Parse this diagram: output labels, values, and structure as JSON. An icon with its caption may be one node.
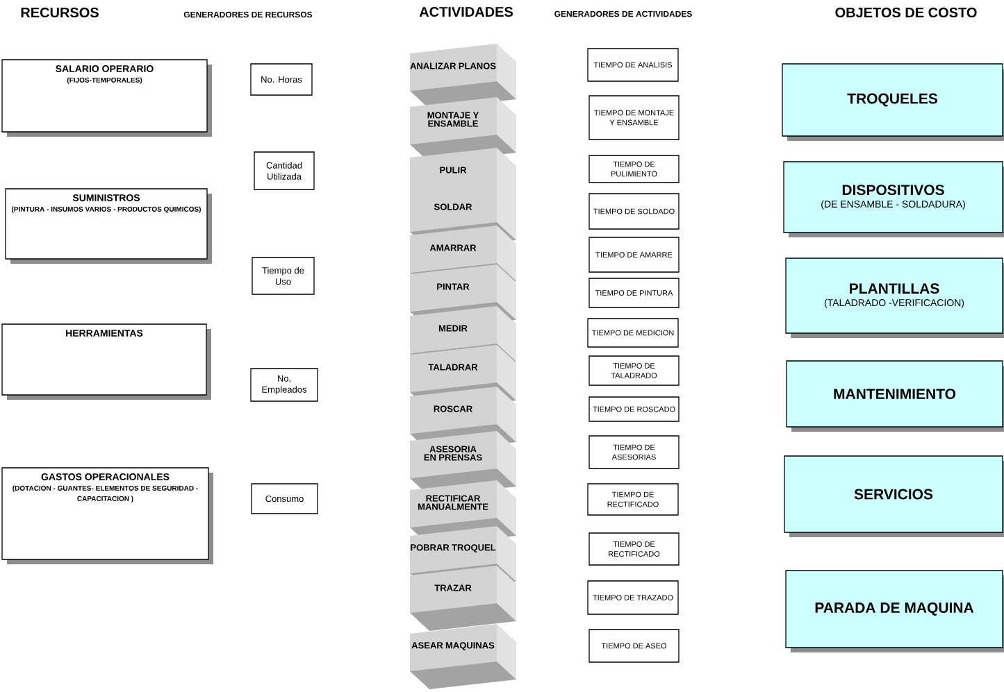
{
  "diagram": {
    "nodes": [
      {
        "text": [
          "SALARIO OPERARIO",
          "(FIJOS-TEMPORALES)"
        ]
      },
      {
        "text": [
          "SUMINISTROS",
          "(PINTURA - INSUMOS VARIOS - PRODUCTOS QUIMICOS)"
        ]
      },
      {
        "text": [
          "HERRAMIENTAS"
        ]
      },
      {
        "text": [
          "GASTOS OPERACIONALES",
          "(DOTACION - GUANTES- ELEMENTOS DE SEGURIDAD - CAPACITACION )"
        ]
      },
      {
        "text": [
          "No. Horas"
        ]
      },
      {
        "text": [
          "Cantidad Utilizada"
        ]
      },
      {
        "text": [
          "Tiempo de Uso"
        ]
      },
      {
        "text": [
          "No. Empleados"
        ]
      },
      {
        "text": [
          "Consumo"
        ]
      },
      {
        "text": [
          "ANALIZAR PLANOS"
        ]
      },
      {
        "text": [
          "MONTAJE Y ENSAMBLE"
        ]
      },
      {
        "text": [
          "PULIR"
        ]
      },
      {
        "text": [
          "SOLDAR"
        ]
      },
      {
        "text": [
          "AMARRAR"
        ]
      },
      {
        "text": [
          "PINTAR"
        ]
      },
      {
        "text": [
          "MEDIR"
        ]
      },
      {
        "text": [
          "TALADRAR"
        ]
      },
      {
        "text": [
          "ROSCAR"
        ]
      },
      {
        "text": [
          "ASESORIA EN PRENSAS"
        ]
      },
      {
        "text": [
          "RECTIFICAR MANUALMENTE"
        ]
      },
      {
        "text": [
          "POBRAR TROQUEL"
        ]
      },
      {
        "text": [
          "TRAZAR"
        ]
      },
      {
        "text": [
          "ASEAR MAQUINAS"
        ]
      },
      {
        "text": [
          "TIEMPO DE ANALISIS"
        ]
      },
      {
        "text": [
          "TIEMPO DE MONTAJE Y ENSAMBLE"
        ]
      },
      {
        "text": [
          "TIEMPO DE PULIMIENTO"
        ]
      },
      {
        "text": [
          "TIEMPO DE SOLDADO"
        ]
      },
      {
        "text": [
          "TIEMPO DE AMARRE"
        ]
      },
      {
        "text": [
          "TIEMPO DE PINTURA"
        ]
      },
      {
        "text": [
          "TIEMPO DE MEDICION"
        ]
      },
      {
        "text": [
          "TIEMPO DE TALADRADO"
        ]
      },
      {
        "text": [
          "TIEMPO DE ROSCADO"
        ]
      },
      {
        "text": [
          "TIEMPO DE ASESORIAS"
        ]
      },
      {
        "text": [
          "TIEMPO DE RECTIFICADO"
        ]
      },
      {
        "text": [
          "TIEMPO DE RECTIFICADO"
        ]
      },
      {
        "text": [
          "TIEMPO DE TRAZADO"
        ]
      },
      {
        "text": [
          "TIEMPO DE ASEO"
        ]
      },
      {
        "text": [
          "TROQUELES"
        ]
      },
      {
        "text": [
          "DISPOSITIVOS",
          "(DE ENSAMBLE - SOLDADURA)"
        ]
      },
      {
        "text": [
          "PLANTILLAS",
          "(TALADRADO -VERIFICACION)"
        ]
      },
      {
        "text": [
          "MANTENIMIENTO"
        ]
      },
      {
        "text": [
          "SERVICIOS"
        ]
      },
      {
        "text": [
          "PARADA DE MAQUINA"
        ]
      }
    ],
    "labels": [
      "RECURSOS",
      "GENERADORES DE RECURSOS",
      "ACTIVIDADES",
      "GENERADORES DE ACTIVIDADES",
      "OBJETOS DE COSTO"
    ]
  }
}
